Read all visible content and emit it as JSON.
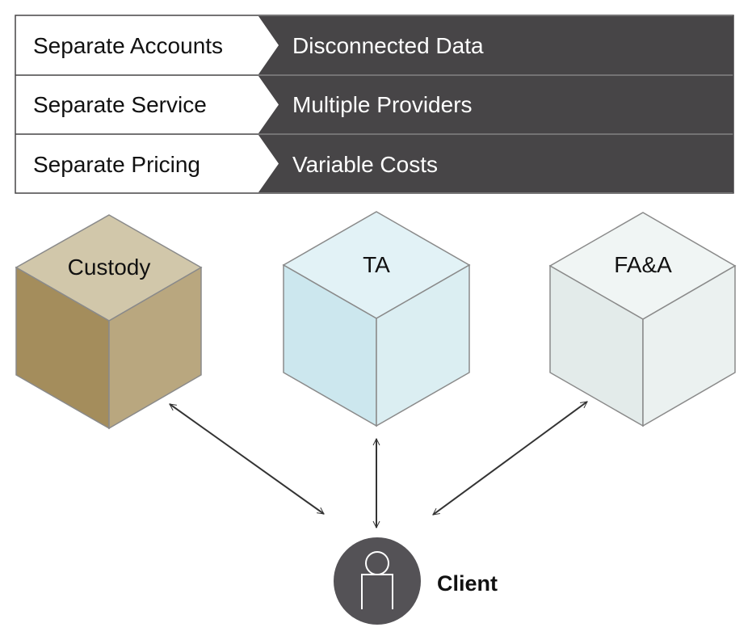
{
  "rows": [
    {
      "left": "Separate Accounts",
      "right": "Disconnected Data"
    },
    {
      "left": "Separate Service",
      "right": "Multiple Providers"
    },
    {
      "left": "Separate Pricing",
      "right": "Variable Costs"
    }
  ],
  "cubes": [
    {
      "label": "Custody"
    },
    {
      "label": "TA"
    },
    {
      "label": "FA&A"
    }
  ],
  "client": {
    "label": "Client",
    "icon": "person-icon"
  },
  "colors": {
    "dark_panel": "#474547",
    "row_border": "#474547",
    "custody_top": "#d1c7aa",
    "custody_left": "#a48d5c",
    "custody_right": "#b9a77f",
    "ta_top": "#e2f2f6",
    "ta_left": "#cce7ee",
    "ta_right": "#dbeef2",
    "faa_top": "#f0f5f4",
    "faa_left": "#e3ebea",
    "faa_right": "#ebf1f0",
    "cube_stroke": "#8a8a8a",
    "client_circle": "#545256",
    "arrow": "#333333"
  }
}
